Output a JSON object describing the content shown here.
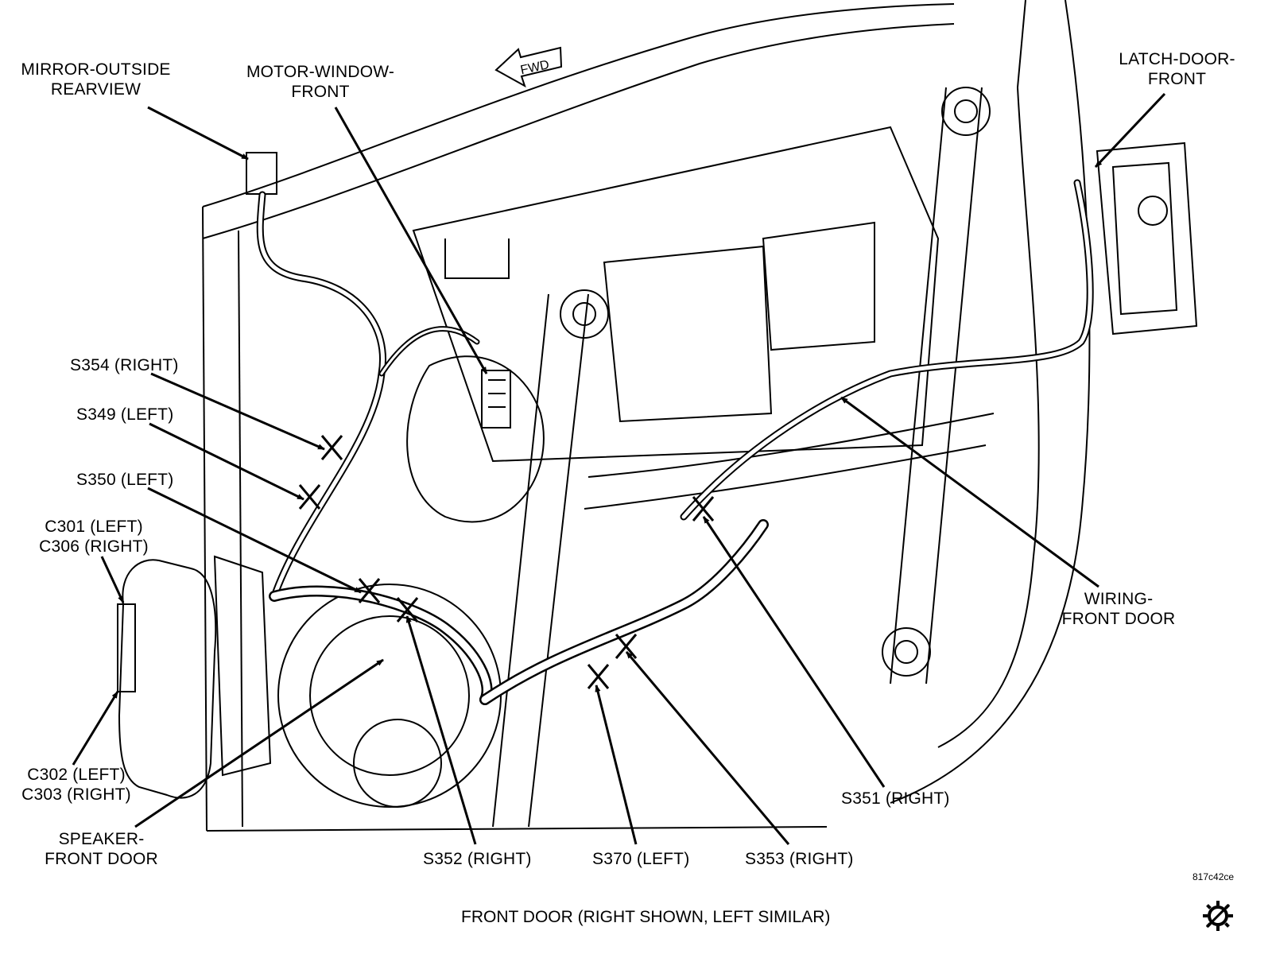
{
  "diagram": {
    "fwd_label": "FWD",
    "reference_code": "817c42ce",
    "caption": "FRONT DOOR  (RIGHT SHOWN, LEFT SIMILAR)",
    "labels": {
      "mirror_outside_rearview": [
        "MIRROR-OUTSIDE",
        "REARVIEW"
      ],
      "motor_window_front": [
        "MOTOR-WINDOW-",
        "FRONT"
      ],
      "latch_door_front": [
        "LATCH-DOOR-",
        "FRONT"
      ],
      "s354": "S354 (RIGHT)",
      "s349": "S349 (LEFT)",
      "s350": "S350 (LEFT)",
      "c301_c306": [
        "C301 (LEFT)",
        "C306 (RIGHT)"
      ],
      "c302_c303": [
        "C302 (LEFT)",
        "C303 (RIGHT)"
      ],
      "speaker_front_door": [
        "SPEAKER-",
        "FRONT DOOR"
      ],
      "s352": "S352 (RIGHT)",
      "s370": "S370 (LEFT)",
      "s353": "S353 (RIGHT)",
      "s351": "S351 (RIGHT)",
      "wiring_front_door": [
        "WIRING-",
        "FRONT DOOR"
      ]
    }
  }
}
